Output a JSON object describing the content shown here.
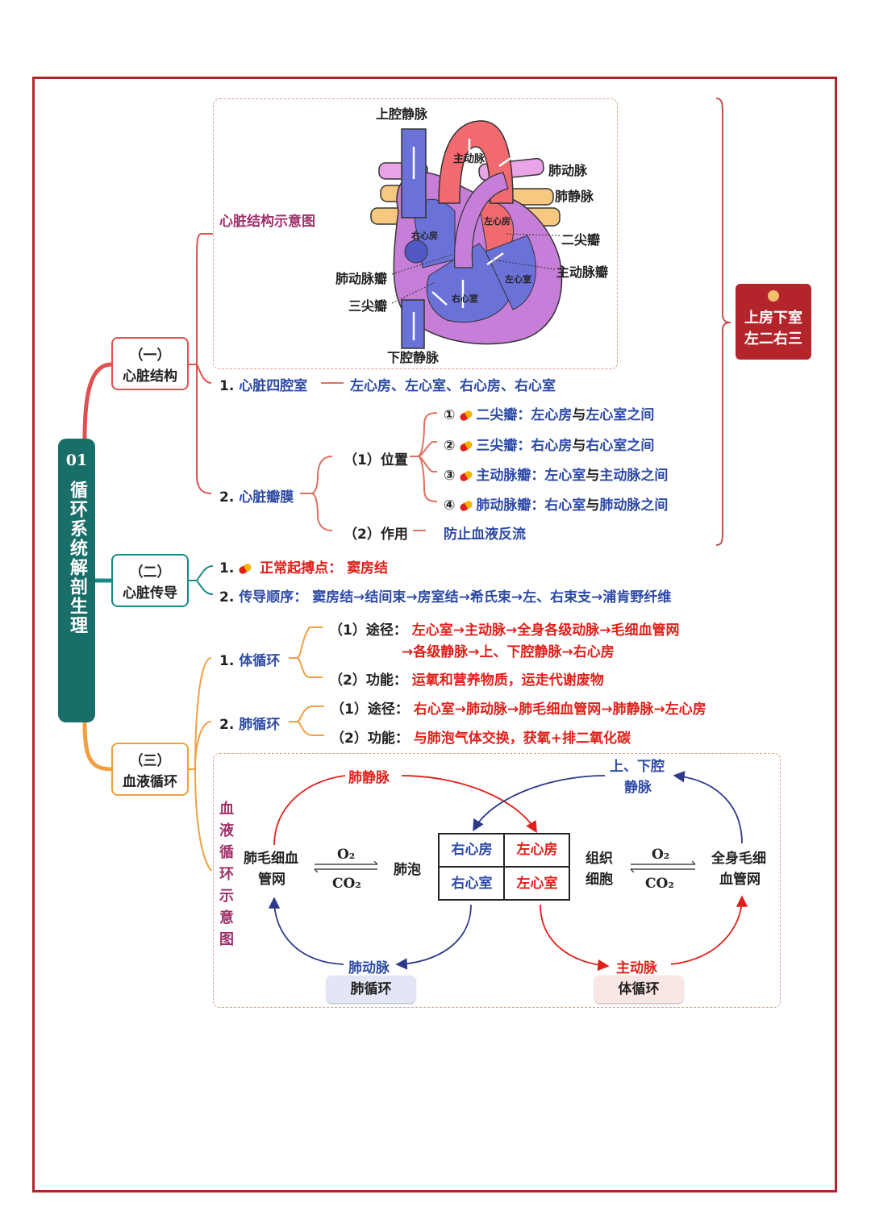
{
  "root": {
    "number": "01",
    "title": "循环系统解剖生理"
  },
  "tag": {
    "line1": "上房下室",
    "line2": "左二右三"
  },
  "sections": {
    "s1": {
      "label1": "（一）",
      "label2": "心脏结构"
    },
    "s2": {
      "label1": "（二）",
      "label2": "心脏传导"
    },
    "s3": {
      "label1": "（三）",
      "label2": "血液循环"
    }
  },
  "heart": {
    "caption": "心脏结构示意图",
    "labels": {
      "svc": "上腔静脉",
      "aorta": "主动脉",
      "pa": "肺动脉",
      "pv": "肺静脉",
      "la": "左心房",
      "ra": "右心房",
      "mitral": "二尖瓣",
      "pulm_valve": "肺动脉瓣",
      "aortic_valve": "主动脉瓣",
      "lv": "左心室",
      "tricuspid": "三尖瓣",
      "rv": "右心室",
      "ivc": "下腔静脉"
    }
  },
  "structure": {
    "chambers_num": "1.",
    "chambers_label": "心脏四腔室",
    "chambers_value": "左心房、左心室、右心房、右心室",
    "valves_num": "2.",
    "valves_label": "心脏瓣膜",
    "position_label": "（1）位置",
    "valve_items": [
      {
        "idx": "①",
        "name": "二尖瓣：",
        "a": "左心房",
        "mid": "与",
        "b": "左心室之间"
      },
      {
        "idx": "②",
        "name": "三尖瓣：",
        "a": "右心房",
        "mid": "与",
        "b": "右心室之间"
      },
      {
        "idx": "③",
        "name": "主动脉瓣：",
        "a": "左心室",
        "mid": "与",
        "b": "主动脉之间"
      },
      {
        "idx": "④",
        "name": "肺动脉瓣：",
        "a": "右心室",
        "mid": "与",
        "b": "肺动脉之间"
      }
    ],
    "function_label": "（2）作用",
    "function_value": "防止血液反流"
  },
  "conduction": {
    "n1": "1.",
    "pacemaker_label": "正常起搏点：",
    "pacemaker_value": "窦房结",
    "n2": "2.",
    "order_label": "传导顺序：",
    "order_value": "窦房结→结间束→房室结→希氏束→左、右束支→浦肯野纤维"
  },
  "circulation": {
    "systemic_num": "1.",
    "systemic_label": "体循环",
    "systemic_route_label": "（1）途径：",
    "systemic_route_1": "左心室→主动脉→全身各级动脉→毛细血管网",
    "systemic_route_2": "→各级静脉→上、下腔静脉→右心房",
    "systemic_func_label": "（2）功能：",
    "systemic_func": "运氧和营养物质，运走代谢废物",
    "pulm_num": "2.",
    "pulm_label": "肺循环",
    "pulm_route_label": "（1）途径：",
    "pulm_route": "右心室→肺动脉→肺毛细血管网→肺静脉→左心房",
    "pulm_func_label": "（2）功能：",
    "pulm_func": "与肺泡气体交换，获氧+排二氧化碳"
  },
  "diagram": {
    "caption": "血液循环示意图",
    "pv": "肺静脉",
    "vc1": "上、下腔",
    "vc2": "静脉",
    "lung_cap1": "肺毛细血",
    "lung_cap2": "管网",
    "o2": "O₂",
    "co2": "CO₂",
    "alveoli": "肺泡",
    "ra": "右心房",
    "la": "左心房",
    "rv": "右心室",
    "lv": "左心室",
    "tissue1": "组织",
    "tissue2": "细胞",
    "body_cap1": "全身毛细",
    "body_cap2": "血管网",
    "pa": "肺动脉",
    "aorta": "主动脉",
    "pulm_circ": "肺循环",
    "sys_circ": "体循环"
  },
  "colors": {
    "frame": "#b3242b",
    "root": "#1a6e6a",
    "blue": "#2d4aa6",
    "red": "#e0201a",
    "plum": "#a0306a"
  }
}
